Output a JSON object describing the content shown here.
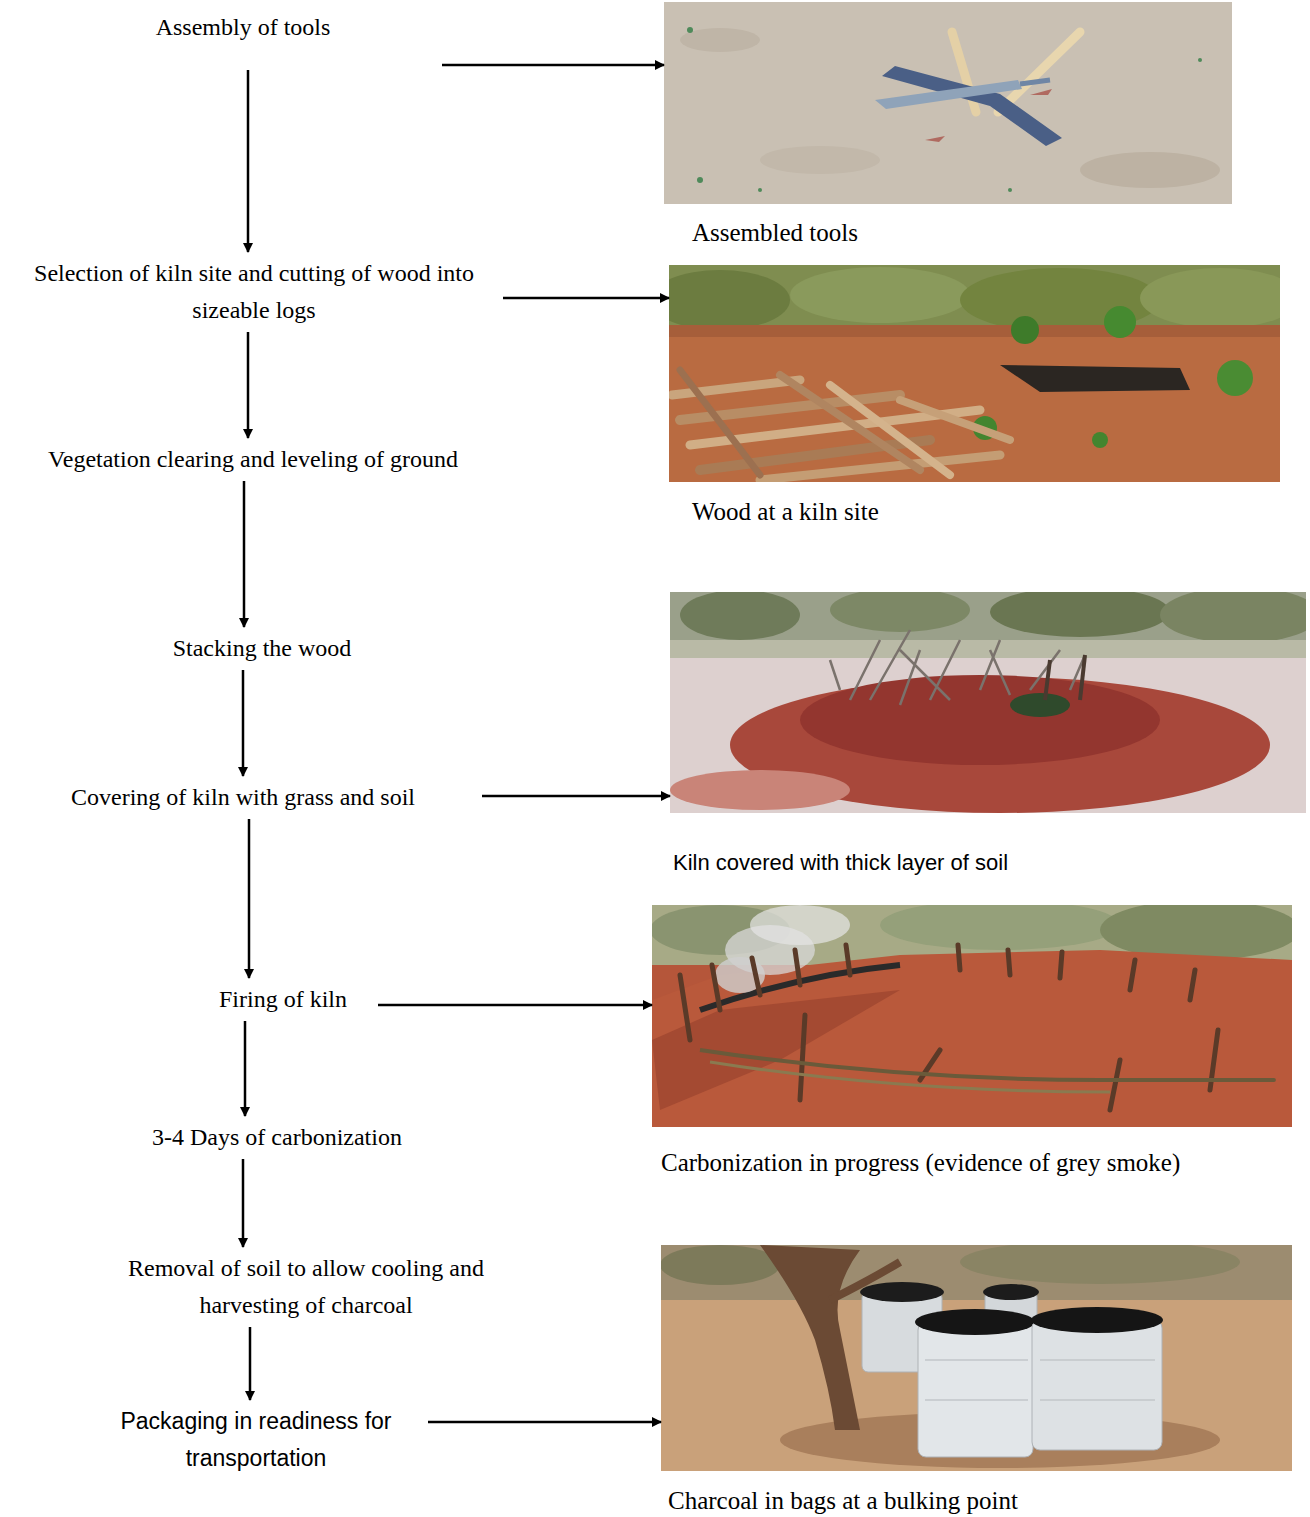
{
  "diagram": {
    "nodes": [
      {
        "text": [
          "Assembly of tools"
        ]
      },
      {
        "text": [
          "Assembled tools"
        ]
      },
      {
        "text": [
          "Selection of kiln site and cutting of wood into sizeable logs"
        ]
      },
      {
        "text": [
          "Wood at a kiln site"
        ]
      },
      {
        "text": [
          "Vegetation clearing and leveling of ground"
        ]
      },
      {
        "text": [
          "Stacking the wood"
        ]
      },
      {
        "text": [
          "Covering of kiln with grass and soil"
        ]
      },
      {
        "text": [
          "Kiln covered with thick layer of soil"
        ]
      },
      {
        "text": [
          "Firing of kiln"
        ]
      },
      {
        "text": [
          "Carbonization in progress (evidence of grey smoke)"
        ]
      },
      {
        "text": [
          "3-4 Days of carbonization"
        ]
      },
      {
        "text": [
          "Removal of soil to allow cooling and harvesting of charcoal"
        ]
      },
      {
        "text": [
          "Packaging in readiness for transportation"
        ]
      },
      {
        "text": [
          "Charcoal in bags at a bulking point"
        ]
      }
    ],
    "edges": [
      {
        "from": 0,
        "to": 1,
        "arrow": "to"
      },
      {
        "from": 0,
        "to": 2,
        "arrow": "to"
      },
      {
        "from": 2,
        "to": 3,
        "arrow": "to"
      },
      {
        "from": 2,
        "to": 4,
        "arrow": "to"
      },
      {
        "from": 4,
        "to": 5,
        "arrow": "to"
      },
      {
        "from": 5,
        "to": 6,
        "arrow": "to"
      },
      {
        "from": 6,
        "to": 7,
        "arrow": "to"
      },
      {
        "from": 6,
        "to": 8,
        "arrow": "to"
      },
      {
        "from": 8,
        "to": 9,
        "arrow": "to"
      },
      {
        "from": 8,
        "to": 10,
        "arrow": "to"
      },
      {
        "from": 10,
        "to": 11,
        "arrow": "to"
      },
      {
        "from": 11,
        "to": 12,
        "arrow": "to"
      },
      {
        "from": 12,
        "to": 13,
        "arrow": "to"
      }
    ]
  }
}
